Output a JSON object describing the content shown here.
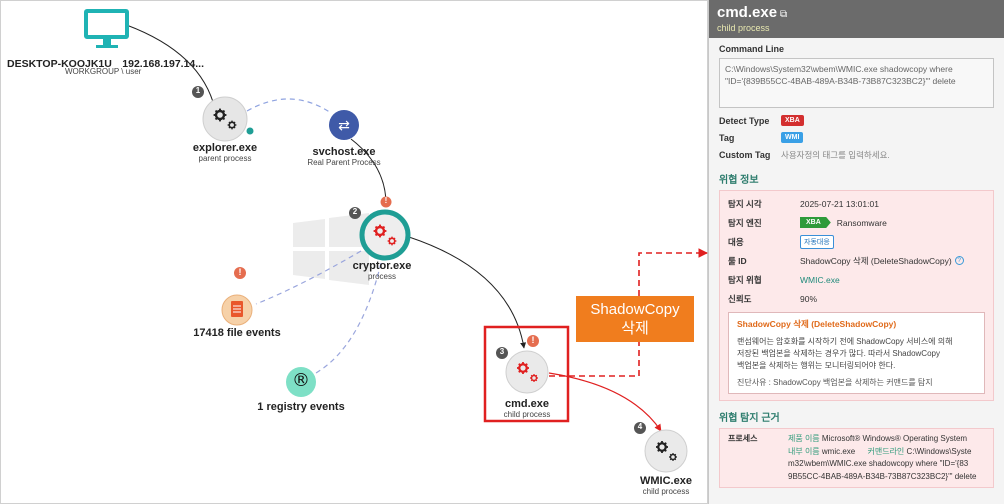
{
  "graph": {
    "host": {
      "name": "DESKTOP-KOOJK1U",
      "ip": "192.168.197.14...",
      "group": "WORKGROUP",
      "user": "user"
    },
    "nodes": {
      "explorer": {
        "step": "1",
        "name": "explorer.exe",
        "role": "parent process"
      },
      "svchost": {
        "name": "svchost.exe",
        "role": "Real Parent Process"
      },
      "cryptor": {
        "step": "2",
        "name": "cryptor.exe",
        "role": "process"
      },
      "file_events": {
        "name": "17418 file events"
      },
      "registry_events": {
        "name": "1 registry events"
      },
      "cmd": {
        "step": "3",
        "name": "cmd.exe",
        "role": "child process"
      },
      "wmic": {
        "step": "4",
        "name": "WMIC.exe",
        "role": "child process"
      }
    },
    "alert_glyph": "!",
    "registry_glyph": "®",
    "callout": {
      "line1": "ShadowCopy",
      "line2": "삭제"
    },
    "colors": {
      "highlight": "#e02020",
      "teal": "#1f9e95",
      "callout": "#f07d1e"
    }
  },
  "panel": {
    "title": "cmd.exe",
    "subtitle": "child process",
    "command_line_label": "Command Line",
    "command_line_value": "C:\\Windows\\System32\\wbem\\WMIC.exe  shadowcopy where \"ID='{839B55CC-4BAB-489A-B34B-73B87C323BC2}'\" delete",
    "detect_type_label": "Detect Type",
    "detect_type_value": "XBA",
    "tag_label": "Tag",
    "tag_value": "WMI",
    "custom_tag_label": "Custom Tag",
    "custom_tag_placeholder": "사용자정의 태그를 입력하세요.",
    "risk_section_title": "위협 정보",
    "risk": {
      "time_label": "탐지 시각",
      "time_value": "2025-07-21 13:01:01",
      "engine_label": "탐지 엔진",
      "engine_tag": "XBA",
      "engine_value": "Ransomware",
      "response_label": "대응",
      "response_value": "자동대응",
      "rule_label": "룰 ID",
      "rule_value": "ShadowCopy 삭제 (DeleteShadowCopy)",
      "target_label": "탐지 위협",
      "target_value": "WMIC.exe",
      "confidence_label": "신뢰도",
      "confidence_value": "90%"
    },
    "desc": {
      "title": "ShadowCopy 삭제 (DeleteShadowCopy)",
      "line1": "랜섬웨어는 암호화를 시작하기 전에 ShadowCopy 서비스에 의해",
      "line2": "저장된 백업본을 삭제하는 경우가 많다. 따라서 ShadowCopy",
      "line3": "백업본을 삭제하는 행위는 모니터링되어야 한다.",
      "footer": "진단사유 : ShadowCopy 백업본을 삭제하는 커맨드를 탐지"
    },
    "evidence_section_title": "위협 탐지 근거",
    "evidence": {
      "key": "프로세스",
      "product_label": "제품 이름",
      "product_value": "Microsoft® Windows® Operating System",
      "internal_label": "내부 이름",
      "internal_value": "wmic.exe",
      "cmdline_label": "커맨드라인",
      "cmdline_part1": "C:\\Windows\\Syste",
      "cmdline_part2": "m32\\wbem\\WMIC.exe shadowcopy where \"ID='{83",
      "cmdline_part3": "9B55CC-4BAB-489A-B34B-73B87C323BC2}'\" delete"
    }
  }
}
